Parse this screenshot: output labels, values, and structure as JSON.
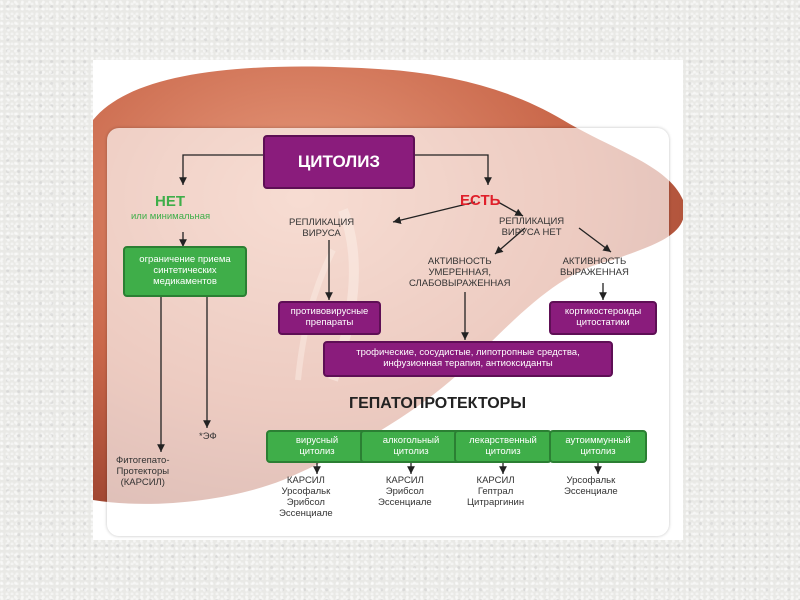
{
  "colors": {
    "purple": "#8a1c7c",
    "green": "#3fae49",
    "no_text": "#3fae49",
    "yes_text": "#e0202a",
    "liver": "#c96a4e"
  },
  "root": "ЦИТОЛИЗ",
  "left": {
    "title": "НЕТ",
    "subtitle": "или минимальная",
    "box": "ограничение приема синтетических медикаментов",
    "out_a": "Фитогепато-\nПротекторы\n(КАРСИЛ)",
    "out_b": "*ЭФ"
  },
  "right": {
    "title": "ЕСТЬ",
    "replication_yes": "РЕПЛИКАЦИЯ\nВИРУСА",
    "replication_no": "РЕПЛИКАЦИЯ\nВИРУСА НЕТ",
    "activity_moderate": "АКТИВНОСТЬ\nУМЕРЕННАЯ,\nСЛАБОВЫРАЖЕННАЯ",
    "activity_high": "АКТИВНОСТЬ\nВЫРАЖЕННАЯ",
    "antiviral": "противовирусные препараты",
    "steroids": "кортикостероиды цитостатики",
    "therapy": "трофические, сосудистые, липотропные средства,\nинфузионная терапия, антиоксиданты"
  },
  "hepatoprotectors": {
    "title": "ГЕПАТОПРОТЕКТОРЫ",
    "types": [
      {
        "label": "вирусный\nцитолиз",
        "drugs": "КАРСИЛ\nУрсофальк\nЭрибсол\nЭссенциале"
      },
      {
        "label": "алкогольный\nцитолиз",
        "drugs": "КАРСИЛ\nЭрибсол\nЭссенциале"
      },
      {
        "label": "лекарственный\nцитолиз",
        "drugs": "КАРСИЛ\nГептрал\nЦитраргинин"
      },
      {
        "label": "аутоиммунный\nцитолиз",
        "drugs": "Урсофальк\nЭссенциале"
      }
    ]
  }
}
